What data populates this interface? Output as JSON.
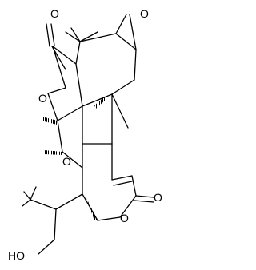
{
  "labels": {
    "o_lactone_top_carbonyl": "O",
    "o_lactone_top_ring": "O",
    "o_epoxide_top": "O",
    "o_epoxide_mid": "O",
    "o_lactone_bottom_ring": "O",
    "o_lactone_bottom_carbonyl": "O",
    "o_hydroxyl": "HO"
  }
}
